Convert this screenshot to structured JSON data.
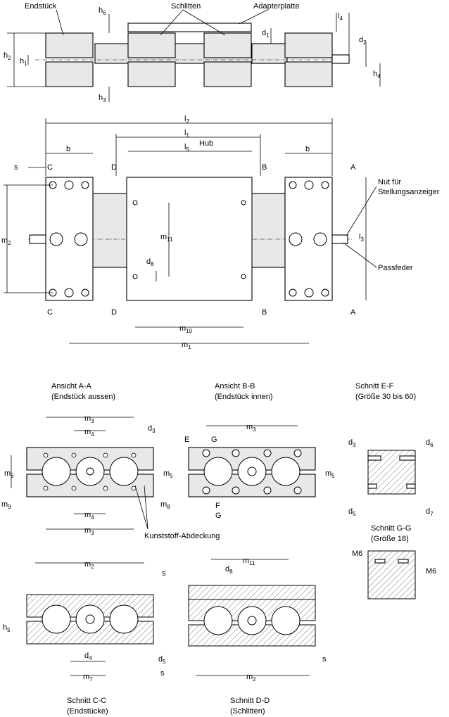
{
  "labels": {
    "endstueck": "Endstück",
    "schlitten": "Schlitten",
    "adapterplatte": "Adapterplatte",
    "hub": "Hub",
    "nut_line1": "Nut für",
    "nut_line2": "Stellungsanzeiger",
    "passfeder": "Passfeder",
    "kunststoff": "Kunststoff-Abdeckung"
  },
  "section_letters": {
    "a": "A",
    "b": "B",
    "c": "C",
    "d": "D",
    "e": "E",
    "f": "F",
    "g": "G"
  },
  "captions": {
    "ansicht_aa_1": "Ansicht A-A",
    "ansicht_aa_2": "(Endstück aussen)",
    "ansicht_bb_1": "Ansicht B-B",
    "ansicht_bb_2": "(Endstück innen)",
    "schnitt_ef_1": "Schnitt E-F",
    "schnitt_ef_2": "(Größe 30 bis 60)",
    "schnitt_gg_1": "Schnitt G-G",
    "schnitt_gg_2": "(Größe 18)",
    "schnitt_cc_1": "Schnitt C-C",
    "schnitt_cc_2": "(Endstücke)",
    "schnitt_dd_1": "Schnitt D-D",
    "schnitt_dd_2": "(Schlitten)"
  },
  "dims": {
    "h": "h",
    "h1": "1",
    "h2": "2",
    "h3": "3",
    "h4": "4",
    "h5": "5",
    "h6": "6",
    "d": "d",
    "d1": "1",
    "d2": "2",
    "d3": "3",
    "d4": "4",
    "d5": "5",
    "d6": "6",
    "d7": "7",
    "d8": "8",
    "l": "l",
    "l1": "1",
    "l2": "2",
    "l3": "3",
    "l4": "4",
    "l5": "5",
    "m": "m",
    "m1": "1",
    "m2": "2",
    "m3": "3",
    "m4": "4",
    "m5": "5",
    "m6": "6",
    "m7": "7",
    "m8": "8",
    "m9": "9",
    "m10": "10",
    "m11": "11",
    "b": "b",
    "s": "s",
    "thread": "M6"
  }
}
